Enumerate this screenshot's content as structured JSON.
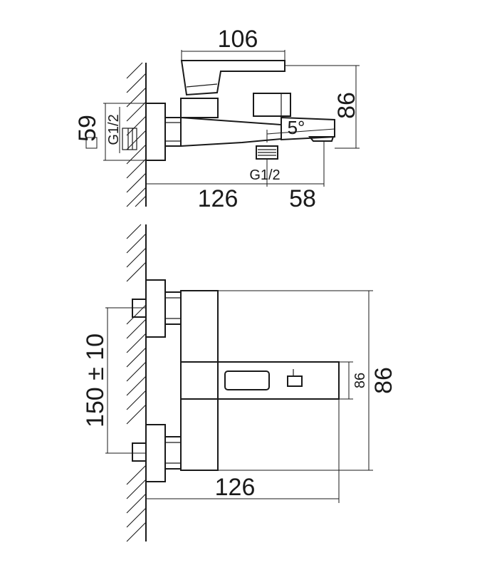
{
  "side_view": {
    "dim_overall_width": "106",
    "dim_height": "86",
    "dim_flange": "59",
    "thread_left": "G1/2",
    "thread_bottom": "G1/2",
    "angle": "5°",
    "dim_depth": "126",
    "dim_outlet": "58"
  },
  "front_view": {
    "dim_centers": "150 ± 10",
    "dim_body_height": "86",
    "dim_handle_height": "86",
    "dim_depth": "126"
  }
}
